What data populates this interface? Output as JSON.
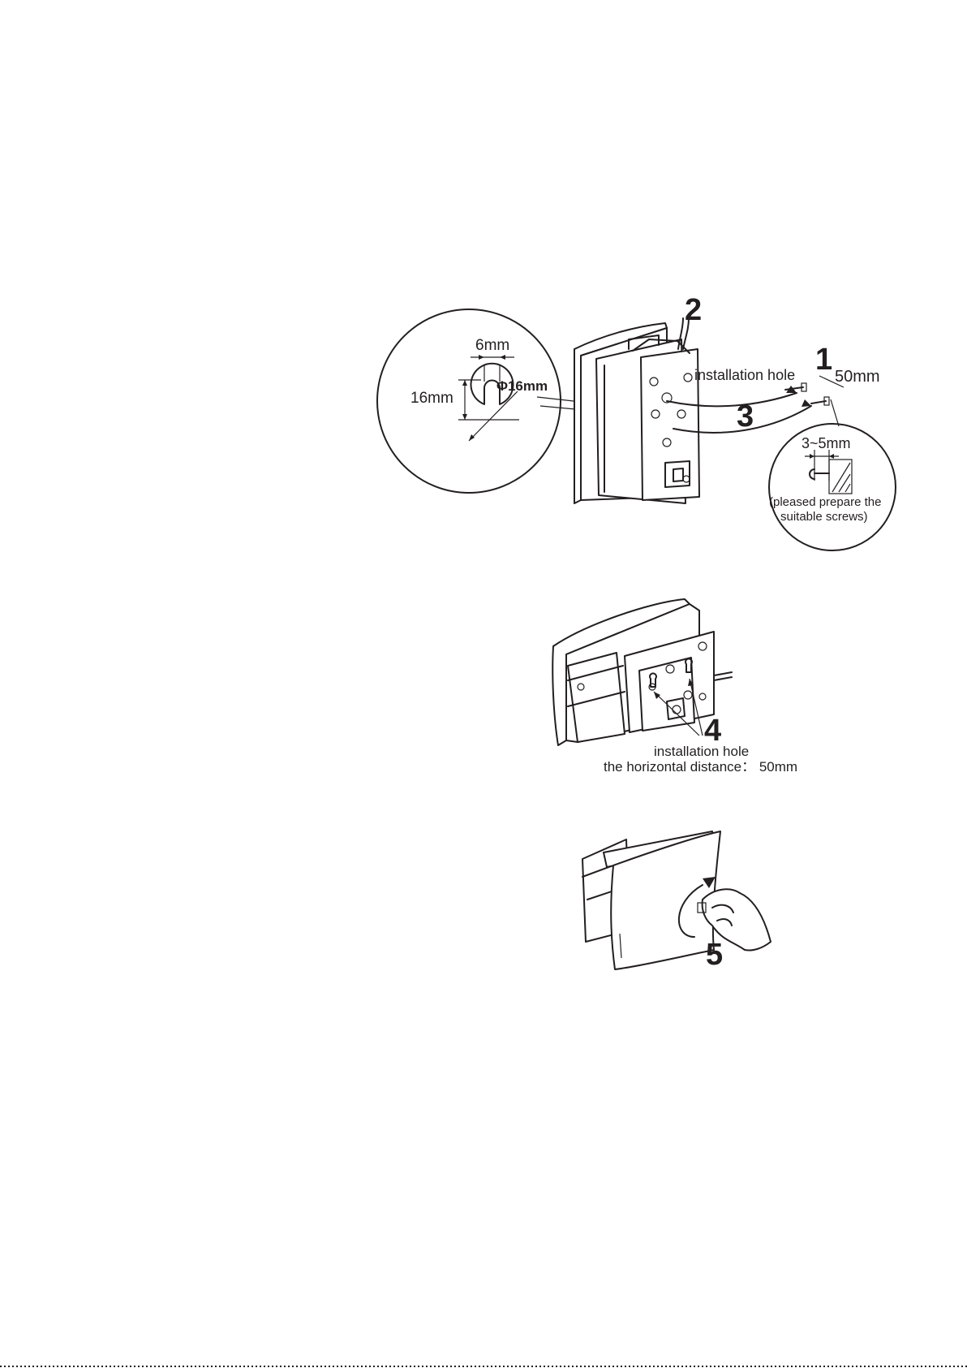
{
  "figure1": {
    "step_1": "1",
    "step_2": "2",
    "step_3": "3",
    "label_installation_hole": "installation hole",
    "label_spacing": "50mm",
    "detail_keyhole": {
      "width_label": "6mm",
      "height_label": "16mm",
      "diameter_label": "Φ16mm"
    },
    "detail_screw": {
      "protrusion_label": "3~5mm",
      "note_line1": "(pleased prepare the",
      "note_line2": "suitable screws)"
    }
  },
  "figure2": {
    "step_4": "4",
    "label_line1": "installation hole",
    "label_line2": "the horizontal distance： 50mm"
  },
  "figure3": {
    "step_5": "5"
  },
  "colors": {
    "ink": "#231f20",
    "paper": "#ffffff"
  }
}
